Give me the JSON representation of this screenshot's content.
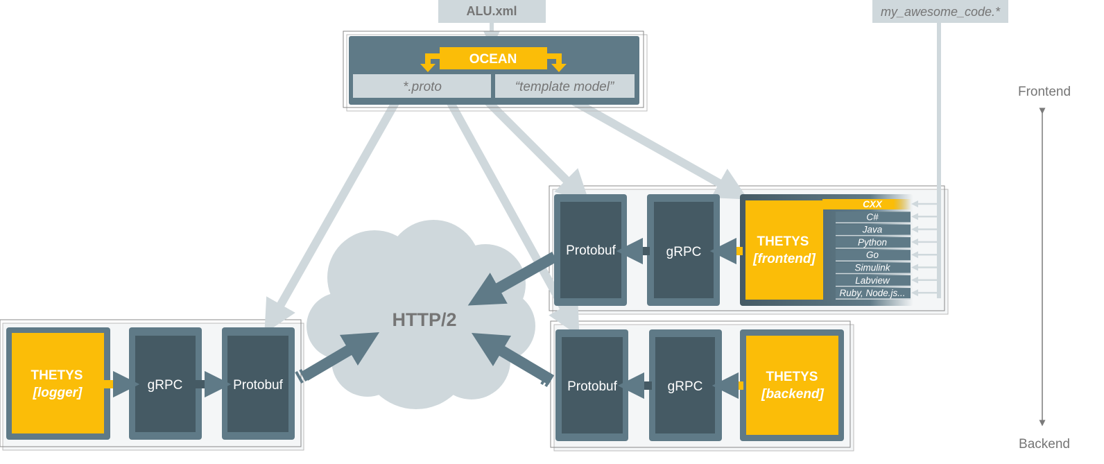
{
  "sources": {
    "alu": "ALU.xml",
    "user_code": "my_awesome_code.*"
  },
  "ocean": {
    "title": "OCEAN",
    "proto": "*.proto",
    "template": "“template model”"
  },
  "cloud": {
    "label": "HTTP/2"
  },
  "frontend_node": {
    "protobuf": "Protobuf",
    "grpc": "gRPC",
    "thetys_name": "THETYS",
    "thetys_role": "[frontend]",
    "languages": [
      "CXX",
      "C#",
      "Java",
      "Python",
      "Go",
      "Simulink",
      "Labview",
      "Ruby, Node.js..."
    ]
  },
  "logger_node": {
    "thetys_name": "THETYS",
    "thetys_role": "[logger]",
    "grpc": "gRPC",
    "protobuf": "Protobuf"
  },
  "backend_node": {
    "protobuf": "Protobuf",
    "grpc": "gRPC",
    "thetys_name": "THETYS",
    "thetys_role": "[backend]"
  },
  "axis": {
    "top": "Frontend",
    "bottom": "Backend"
  },
  "colors": {
    "yellow": "#fbbd08",
    "slate": "#5f7a87",
    "dark": "#455a64",
    "light": "#cfd8dc",
    "panel": "#f4f6f7",
    "text_gray": "#757575"
  }
}
